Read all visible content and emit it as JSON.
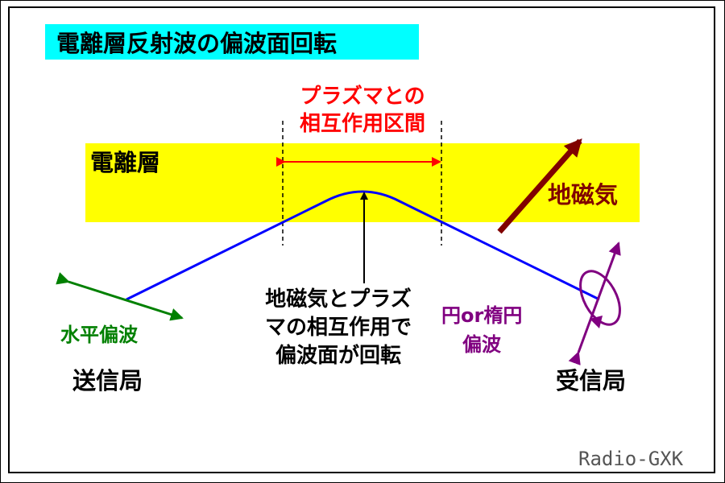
{
  "title": "電離層反射波の偏波面回転",
  "labels": {
    "ionosphere": "電離層",
    "interaction_line1": "プラズマとの",
    "interaction_line2": "相互作用区間",
    "geomagnetic": "地磁気",
    "center_line1": "地磁気とプラズ",
    "center_line2": "マの相互作用で",
    "center_line3": "偏波面が回転",
    "tx_polarization": "水平偏波",
    "rx_polarization_line1": "円or楕円",
    "rx_polarization_line2": "偏波",
    "tx_station": "送信局",
    "rx_station": "受信局",
    "credit": "Radio-GXK"
  },
  "colors": {
    "title_bg": "#00ffff",
    "ionosphere_band": "#ffff00",
    "wave_path": "#0000ff",
    "interaction_text": "#ff0000",
    "geomagnetic": "#800000",
    "tx_polarization": "#008000",
    "rx_polarization": "#800080",
    "credit": "#555555"
  }
}
